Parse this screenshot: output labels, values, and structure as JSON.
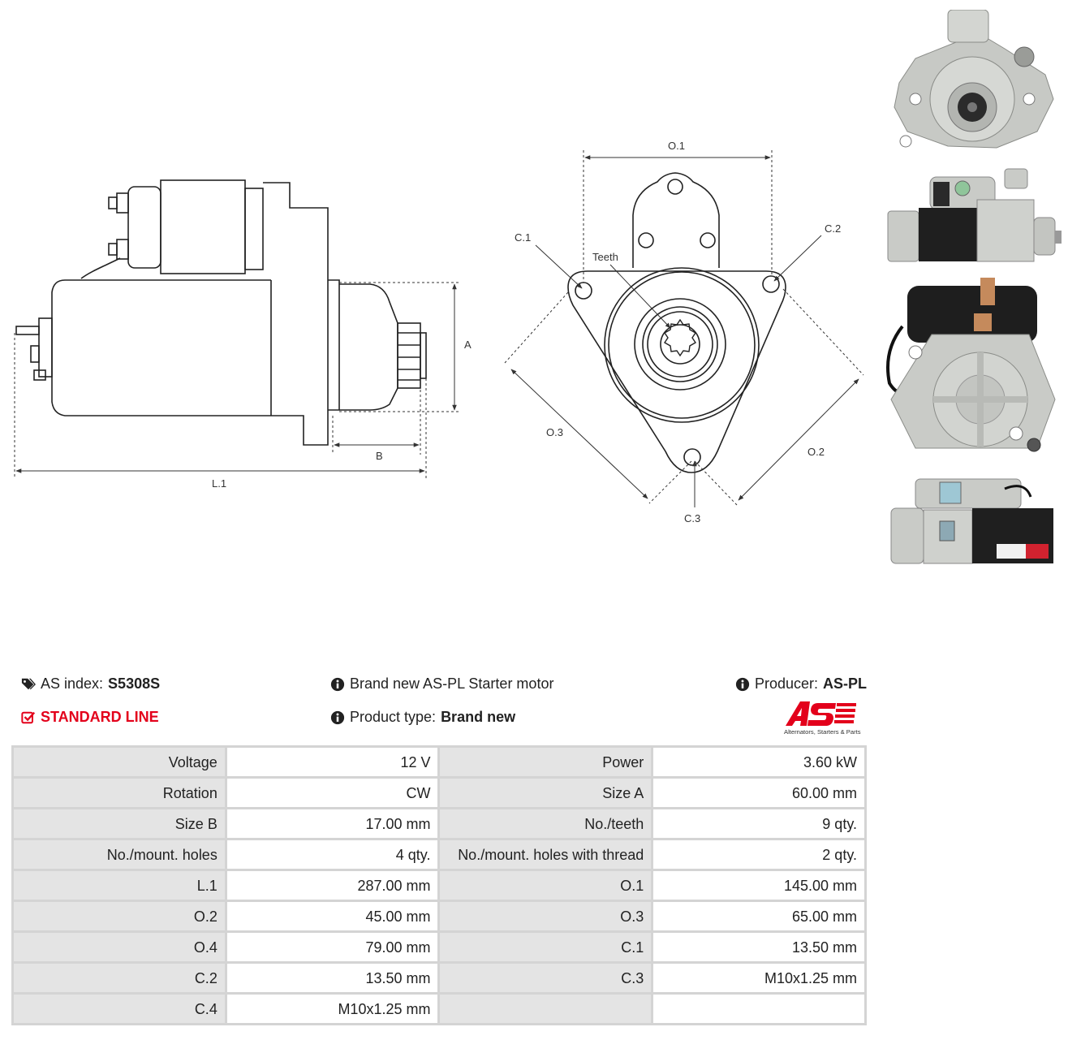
{
  "drawing_labels": {
    "a": "A",
    "b": "B",
    "l1": "L.1",
    "o1": "O.1",
    "o2": "O.2",
    "o3": "O.3",
    "c1": "C.1",
    "c2": "C.2",
    "c3": "C.3",
    "teeth": "Teeth"
  },
  "info": {
    "as_index_label": "AS index:",
    "as_index_value": "S5308S",
    "line": "STANDARD LINE",
    "description": "Brand new AS-PL Starter motor",
    "product_type_label": "Product type:",
    "product_type_value": "Brand new",
    "producer_label": "Producer:",
    "producer_value": "AS-PL"
  },
  "logo": {
    "text": "AS",
    "tagline": "Alternators, Starters & Parts"
  },
  "specs": [
    [
      {
        "label": "Voltage",
        "value": "12 V"
      },
      {
        "label": "Power",
        "value": "3.60 kW"
      }
    ],
    [
      {
        "label": "Rotation",
        "value": "CW"
      },
      {
        "label": "Size A",
        "value": "60.00 mm"
      }
    ],
    [
      {
        "label": "Size B",
        "value": "17.00 mm"
      },
      {
        "label": "No./teeth",
        "value": "9 qty."
      }
    ],
    [
      {
        "label": "No./mount. holes",
        "value": "4 qty."
      },
      {
        "label": "No./mount. holes with thread",
        "value": "2 qty."
      }
    ],
    [
      {
        "label": "L.1",
        "value": "287.00 mm"
      },
      {
        "label": "O.1",
        "value": "145.00 mm"
      }
    ],
    [
      {
        "label": "O.2",
        "value": "45.00 mm"
      },
      {
        "label": "O.3",
        "value": "65.00 mm"
      }
    ],
    [
      {
        "label": "O.4",
        "value": "79.00 mm"
      },
      {
        "label": "C.1",
        "value": "13.50 mm"
      }
    ],
    [
      {
        "label": "C.2",
        "value": "13.50 mm"
      },
      {
        "label": "C.3",
        "value": "M10x1.25 mm"
      }
    ],
    [
      {
        "label": "C.4",
        "value": "M10x1.25 mm"
      },
      {
        "label": "",
        "value": ""
      }
    ]
  ],
  "colors": {
    "accent_red": "#e3001b",
    "table_label_bg": "#e4e4e4",
    "table_border": "#d4d4d4"
  }
}
